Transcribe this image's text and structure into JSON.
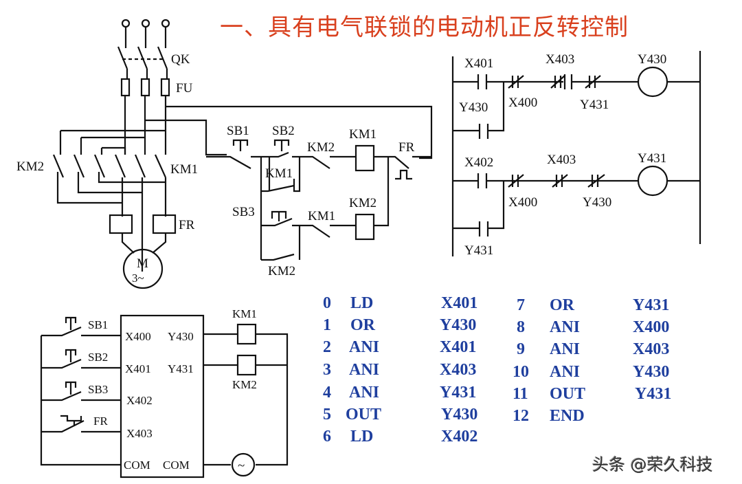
{
  "title": "一、具有电气联锁的电动机正反转控制",
  "main_circuit": {
    "labels": {
      "qk": "QK",
      "fu": "FU",
      "km2": "KM2",
      "km1": "KM1",
      "fr": "FR",
      "motor": "M",
      "motor_phase": "3~"
    }
  },
  "control_circuit": {
    "labels": {
      "sb1": "SB1",
      "sb2": "SB2",
      "sb3": "SB3",
      "km2_nc": "KM2",
      "km1_coil": "KM1",
      "fr": "FR",
      "km1_aux": "KM1",
      "km1_nc": "KM1",
      "km2_coil": "KM2",
      "km2_aux": "KM2"
    }
  },
  "ladder": {
    "rung1": {
      "contact_no": "X401",
      "parallel": "Y430",
      "nc1": "X400",
      "nc2": "X403",
      "nc3": "Y431",
      "coil": "Y430"
    },
    "rung2": {
      "contact_no": "X402",
      "parallel": "Y431",
      "nc1": "X400",
      "nc2": "X403",
      "nc3": "Y430",
      "coil": "Y431"
    }
  },
  "plc_wiring": {
    "inputs": [
      {
        "device": "SB1",
        "terminal": "X400"
      },
      {
        "device": "SB2",
        "terminal": "X401"
      },
      {
        "device": "SB3",
        "terminal": "X402"
      },
      {
        "device": "FR",
        "terminal": "X403"
      }
    ],
    "outputs": [
      {
        "terminal": "Y430",
        "device": "KM1"
      },
      {
        "terminal": "Y431",
        "device": "KM2"
      }
    ],
    "com_left": "COM",
    "com_right": "COM",
    "source_symbol": "~"
  },
  "instructions": [
    {
      "step": "0",
      "op": "LD",
      "operand": "X401"
    },
    {
      "step": "1",
      "op": "OR",
      "operand": "Y430"
    },
    {
      "step": "2",
      "op": "ANI",
      "operand": "X401"
    },
    {
      "step": "3",
      "op": "ANI",
      "operand": "X403"
    },
    {
      "step": "4",
      "op": "ANI",
      "operand": "Y431"
    },
    {
      "step": "5",
      "op": "OUT",
      "operand": "Y430"
    },
    {
      "step": "6",
      "op": "LD",
      "operand": "X402"
    },
    {
      "step": "7",
      "op": "OR",
      "operand": "Y431"
    },
    {
      "step": "8",
      "op": "ANI",
      "operand": "X400"
    },
    {
      "step": "9",
      "op": "ANI",
      "operand": "X403"
    },
    {
      "step": "10",
      "op": "ANI",
      "operand": "Y430"
    },
    {
      "step": "11",
      "op": "OUT",
      "operand": "Y431"
    },
    {
      "step": "12",
      "op": "END",
      "operand": ""
    }
  ],
  "watermark": "头条 @荣久科技",
  "colors": {
    "title": "#d9401e",
    "instructions": "#1f3f9e",
    "lines": "#111111"
  }
}
